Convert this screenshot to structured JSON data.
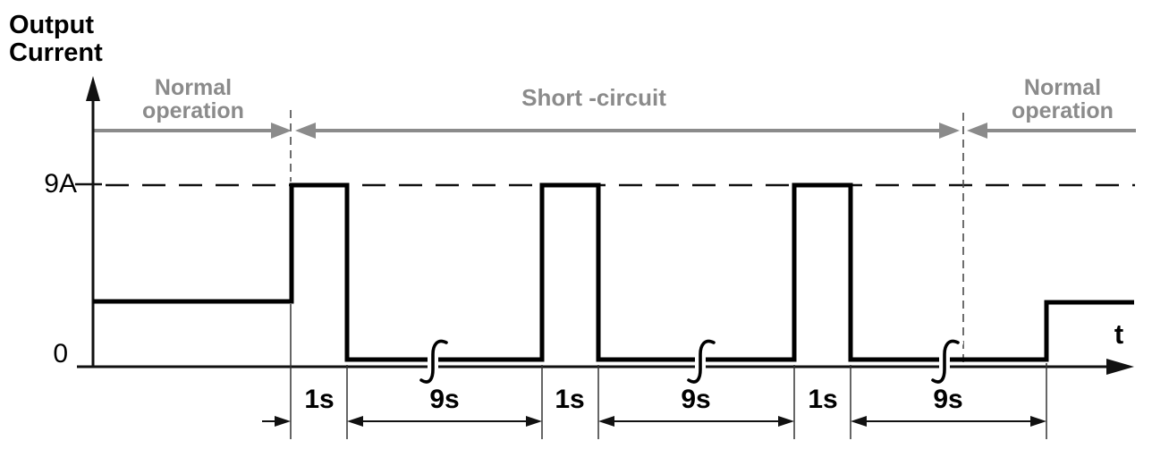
{
  "axis_title": {
    "line1": "Output",
    "line2": "Current"
  },
  "phases": {
    "normal_left": {
      "line1": "Normal",
      "line2": "operation"
    },
    "short_circuit": {
      "label": "Short -circuit"
    },
    "normal_right": {
      "line1": "Normal",
      "line2": "operation"
    }
  },
  "axes": {
    "y_peak_label": "9A",
    "y_zero_label": "0",
    "x_label": "t"
  },
  "timeline": {
    "spans": [
      {
        "label": "1s",
        "seconds": 1,
        "level": "9A"
      },
      {
        "label": "9s",
        "seconds": 9,
        "level": "0"
      },
      {
        "label": "1s",
        "seconds": 1,
        "level": "9A"
      },
      {
        "label": "9s",
        "seconds": 9,
        "level": "0"
      },
      {
        "label": "1s",
        "seconds": 1,
        "level": "9A"
      },
      {
        "label": "9s",
        "seconds": 9,
        "level": "0"
      }
    ]
  },
  "waveform": {
    "type": "timing-diagram",
    "y_quantity": "Output Current",
    "x_quantity": "t",
    "peak_level": "9A",
    "segments": [
      {
        "phase": "Normal operation",
        "level": "nominal"
      },
      {
        "phase": "Short -circuit",
        "level": "9A",
        "duration": "1s"
      },
      {
        "phase": "Short -circuit",
        "level": "0",
        "duration": "9s"
      },
      {
        "phase": "Short -circuit",
        "level": "9A",
        "duration": "1s"
      },
      {
        "phase": "Short -circuit",
        "level": "0",
        "duration": "9s"
      },
      {
        "phase": "Short -circuit",
        "level": "9A",
        "duration": "1s"
      },
      {
        "phase": "Short -circuit",
        "level": "0",
        "duration": "9s"
      },
      {
        "phase": "Normal operation",
        "level": "nominal"
      }
    ]
  },
  "colors": {
    "ink": "#000000",
    "annotation_gray": "#8b8b8b",
    "background": "#ffffff"
  }
}
